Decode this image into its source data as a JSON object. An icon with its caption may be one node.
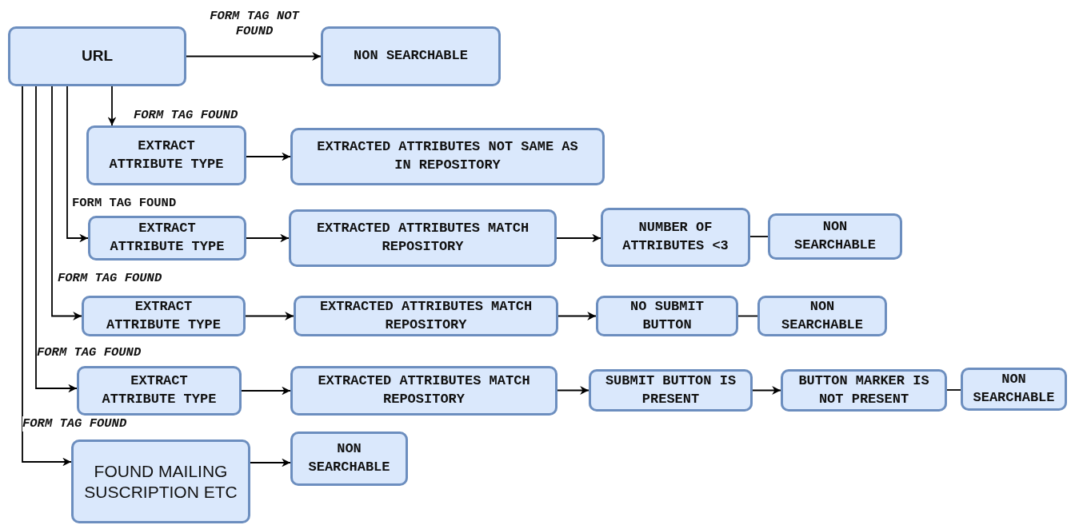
{
  "diagram": {
    "nodes": [
      {
        "text": [
          "URL"
        ]
      },
      {
        "text": [
          "NON SEARCHABLE"
        ]
      },
      {
        "text": [
          "EXTRACT ATTRIBUTE TYPE"
        ]
      },
      {
        "text": [
          "EXTRACTED ATTRIBUTES NOT SAME AS IN REPOSITORY"
        ]
      },
      {
        "text": [
          "EXTRACT ATTRIBUTE TYPE"
        ]
      },
      {
        "text": [
          "EXTRACTED ATTRIBUTES MATCH REPOSITORY"
        ]
      },
      {
        "text": [
          "NUMBER OF ATTRIBUTES <3"
        ]
      },
      {
        "text": [
          "NON SEARCHABLE"
        ]
      },
      {
        "text": [
          "EXTRACT ATTRIBUTE TYPE"
        ]
      },
      {
        "text": [
          "EXTRACTED ATTRIBUTES MATCH REPOSITORY"
        ]
      },
      {
        "text": [
          "NO SUBMIT BUTTON"
        ]
      },
      {
        "text": [
          "NON SEARCHABLE"
        ]
      },
      {
        "text": [
          "EXTRACT ATTRIBUTE TYPE"
        ]
      },
      {
        "text": [
          "EXTRACTED ATTRIBUTES MATCH REPOSITORY"
        ]
      },
      {
        "text": [
          "SUBMIT BUTTON IS PRESENT"
        ]
      },
      {
        "text": [
          "BUTTON MARKER IS NOT PRESENT"
        ]
      },
      {
        "text": [
          "NON SEARCHABLE"
        ]
      },
      {
        "text": [
          "FOUND MAILING SUSCRIPTION ETC"
        ]
      },
      {
        "text": [
          "NON SEARCHABLE"
        ]
      }
    ],
    "edges": [
      {
        "from": 0,
        "to": 1,
        "arrow": "to",
        "label": "FORM TAG NOT FOUND"
      },
      {
        "from": 0,
        "to": 2,
        "arrow": "to",
        "label": "FORM TAG FOUND"
      },
      {
        "from": 2,
        "to": 3,
        "arrow": "to"
      },
      {
        "from": 0,
        "to": 4,
        "arrow": "to",
        "label": "FORM TAG FOUND"
      },
      {
        "from": 4,
        "to": 5,
        "arrow": "to"
      },
      {
        "from": 5,
        "to": 6,
        "arrow": "to"
      },
      {
        "from": 6,
        "to": 7,
        "arrow": "none"
      },
      {
        "from": 0,
        "to": 8,
        "arrow": "to",
        "label": "FORM TAG FOUND"
      },
      {
        "from": 8,
        "to": 9,
        "arrow": "to"
      },
      {
        "from": 9,
        "to": 10,
        "arrow": "to"
      },
      {
        "from": 10,
        "to": 11,
        "arrow": "none"
      },
      {
        "from": 0,
        "to": 12,
        "arrow": "to",
        "label": "FORM TAG FOUND"
      },
      {
        "from": 12,
        "to": 13,
        "arrow": "to"
      },
      {
        "from": 13,
        "to": 14,
        "arrow": "to"
      },
      {
        "from": 14,
        "to": 15,
        "arrow": "to"
      },
      {
        "from": 15,
        "to": 16,
        "arrow": "none"
      },
      {
        "from": 0,
        "to": 17,
        "arrow": "to",
        "label": "FORM TAG FOUND"
      },
      {
        "from": 17,
        "to": 18,
        "arrow": "to"
      }
    ]
  }
}
